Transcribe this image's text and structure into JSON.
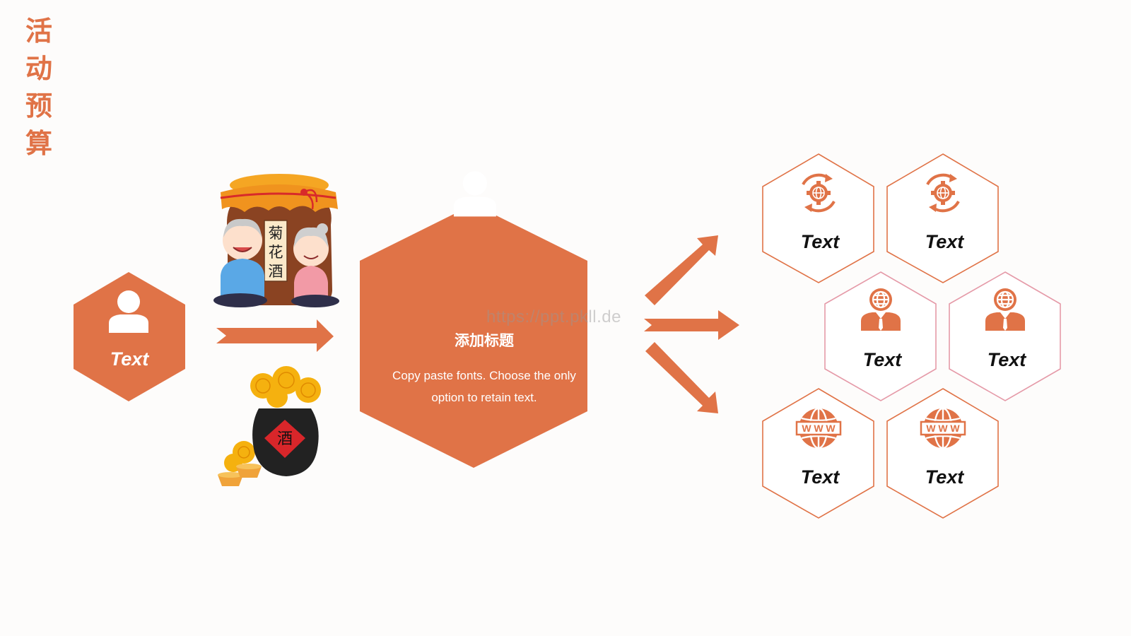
{
  "slide": {
    "title_chars": [
      "活",
      "动",
      "预",
      "算"
    ],
    "accent_color": "#e07347",
    "pink_border_color": "#e59aa8"
  },
  "left_hex": {
    "label": "Text",
    "icon": "businessman-globe-icon"
  },
  "center_hex": {
    "title": "添加标题",
    "body": "Copy paste fonts. Choose the only option to retain text.",
    "icon": "businessman-globe-icon"
  },
  "illustrations": {
    "jar_label": "菊花酒",
    "pot_label": "酒"
  },
  "right_hexes": [
    {
      "label": "Text",
      "icon": "gear-globe-refresh-icon"
    },
    {
      "label": "Text",
      "icon": "gear-globe-refresh-icon"
    },
    {
      "label": "Text",
      "icon": "businessman-globe-icon"
    },
    {
      "label": "Text",
      "icon": "businessman-globe-icon"
    },
    {
      "label": "Text",
      "icon": "www-globe-icon"
    },
    {
      "label": "Text",
      "icon": "www-globe-icon"
    }
  ],
  "watermark": "https://ppt.pkll.de"
}
